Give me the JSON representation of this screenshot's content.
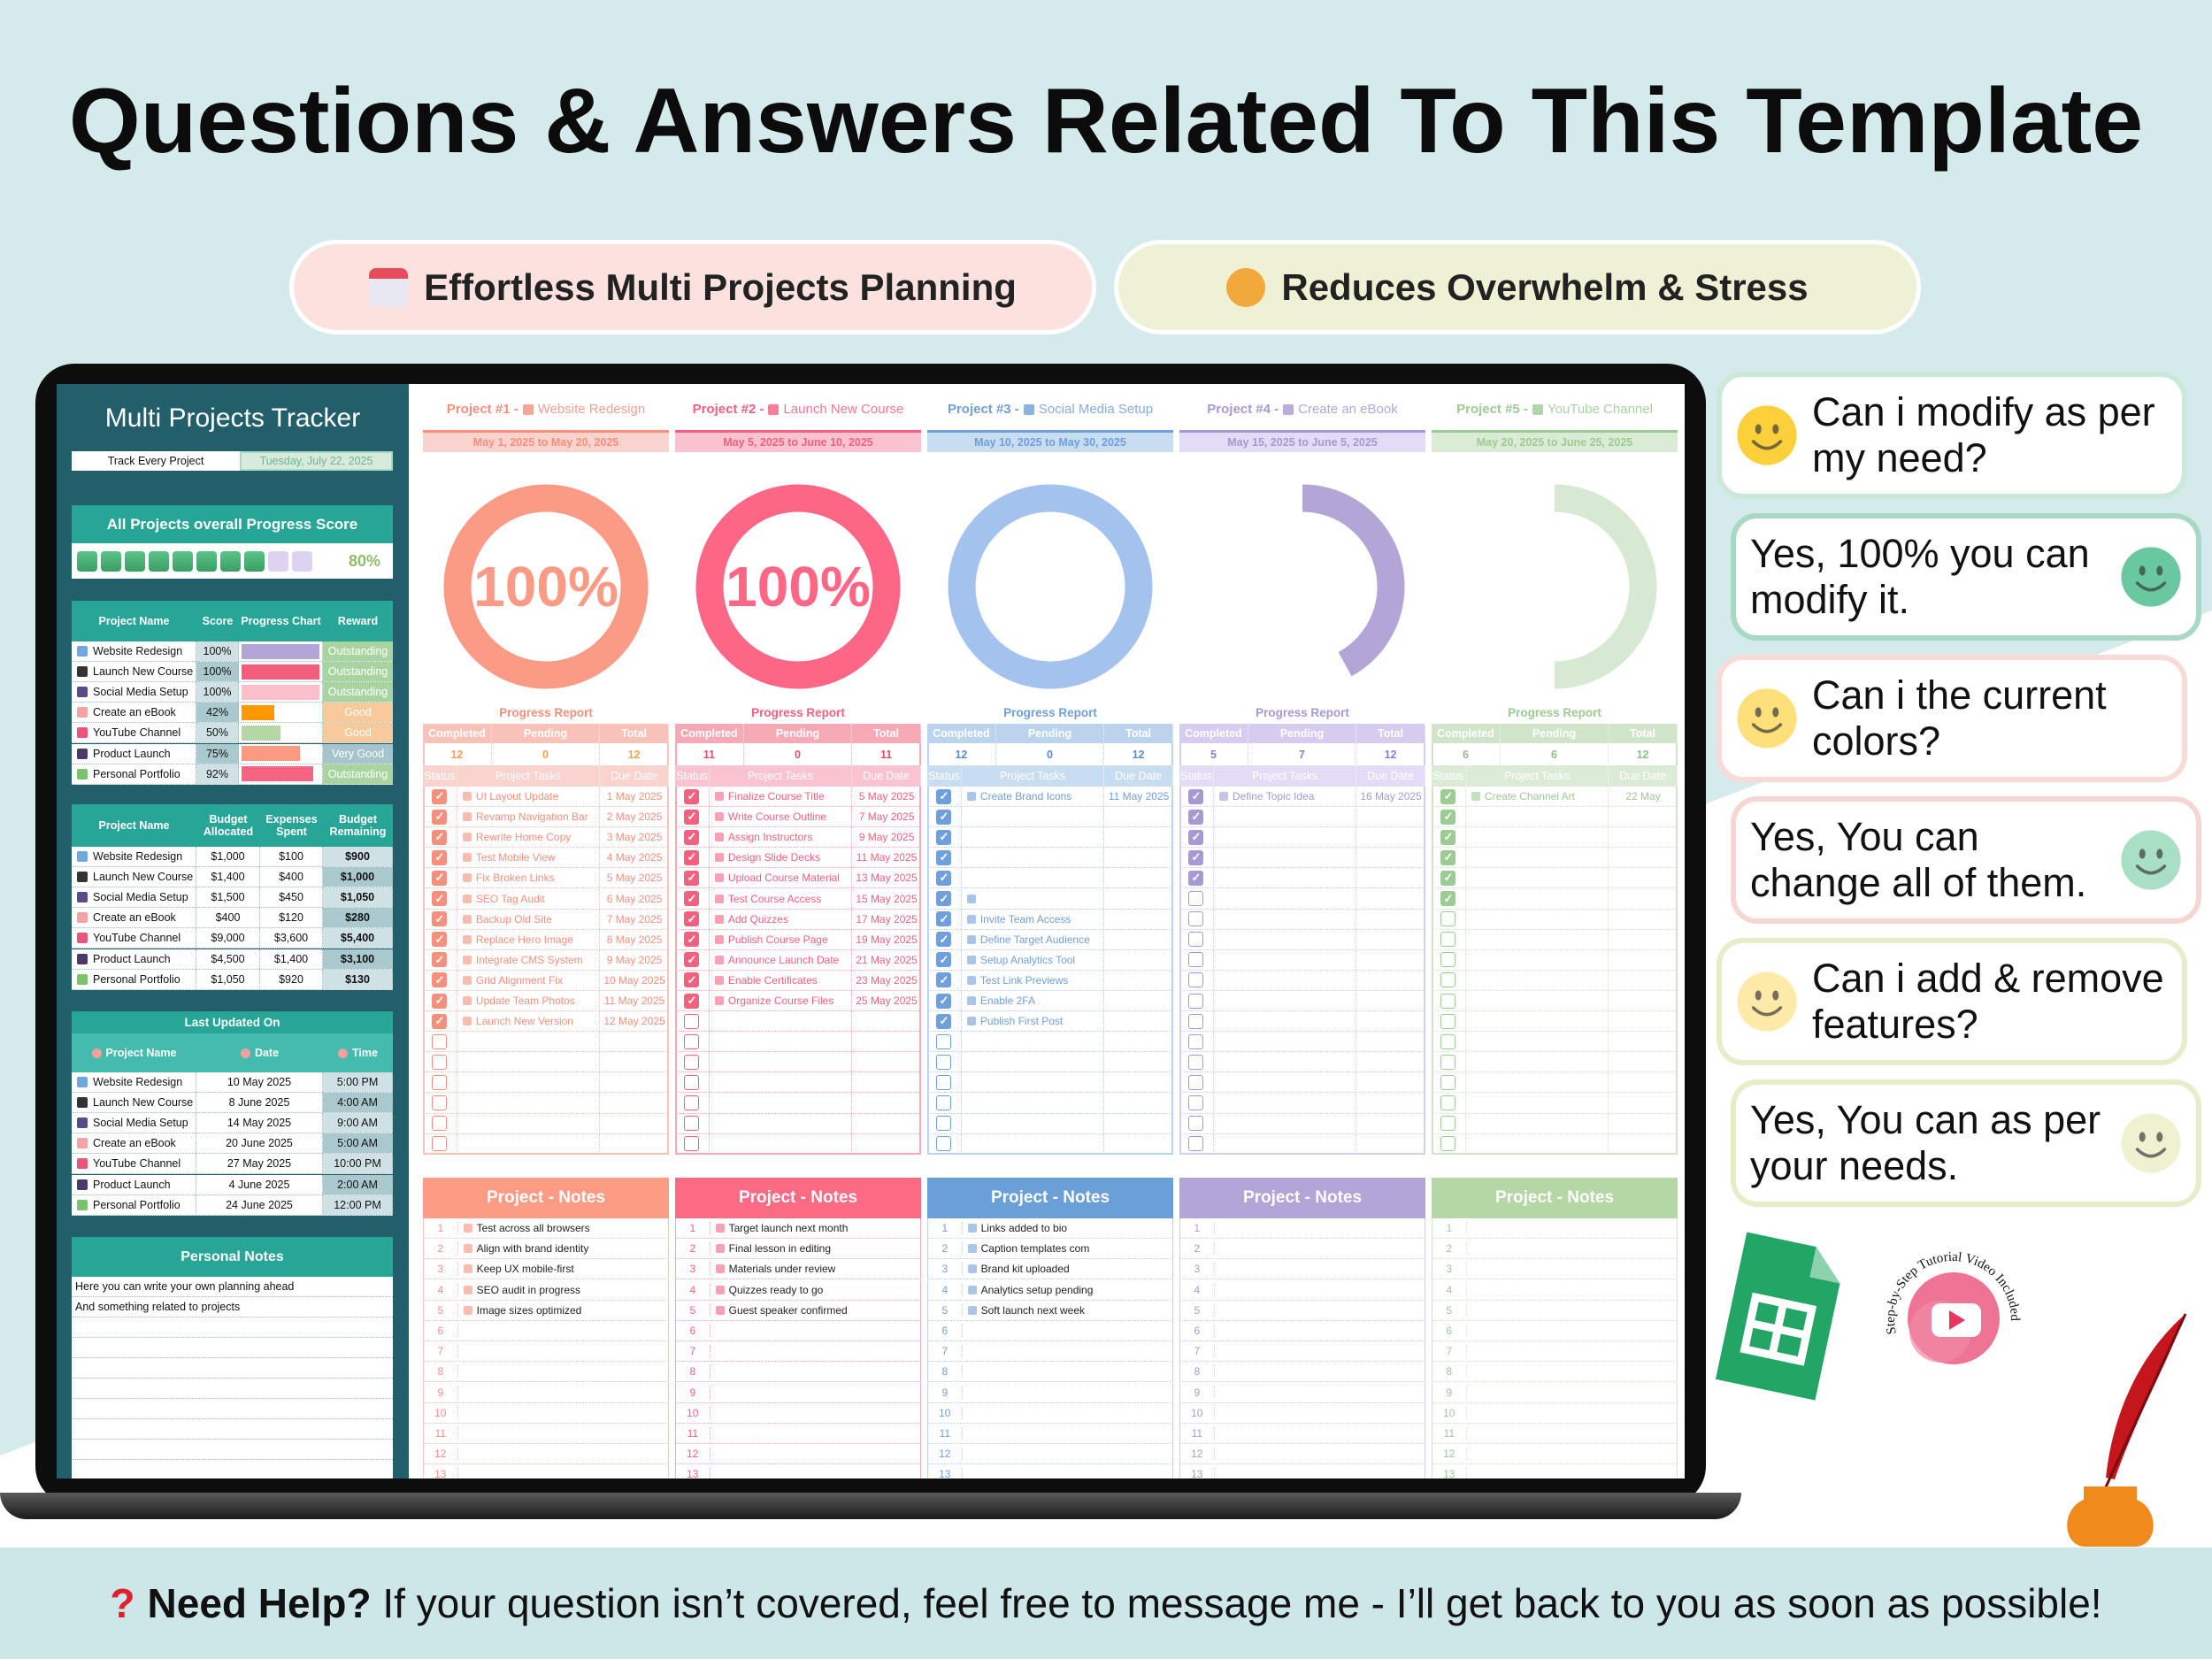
{
  "page": {
    "title": "Questions & Answers Related To This Template"
  },
  "features": [
    {
      "icon": "calendar-icon",
      "label": "Effortless Multi Projects Planning",
      "bg": "#fbe2df"
    },
    {
      "icon": "meditating-person-icon",
      "label": "Reduces Overwhelm & Stress",
      "bg": "#eef1d3"
    }
  ],
  "sidebar": {
    "title": "Multi Projects Tracker",
    "tagline": "Track Every Project",
    "date": "Tuesday, July 22, 2025",
    "score": {
      "heading": "All Projects overall Progress Score",
      "value": "80%",
      "progress": 0.8,
      "blocks_total": 10
    },
    "score_table": {
      "headers": [
        "Project Name",
        "Score",
        "Progress Chart",
        "Reward"
      ],
      "rows": [
        {
          "icon": "computer-icon",
          "icon_color": "#6fa8dc",
          "name": "Website Redesign",
          "score": "100%",
          "progress": 1.0,
          "bar_color": "#b3a5d6",
          "reward": "Outstanding",
          "reward_color": "#a8d4a0"
        },
        {
          "icon": "graduation-cap-icon",
          "icon_color": "#333333",
          "name": "Launch New Course",
          "score": "100%",
          "progress": 1.0,
          "bar_color": "#f45e7e",
          "reward": "Outstanding",
          "reward_color": "#a8d4a0"
        },
        {
          "icon": "mobile-app-icon",
          "icon_color": "#5a4a8a",
          "name": "Social Media Setup",
          "score": "100%",
          "progress": 1.0,
          "bar_color": "#fbbfcb",
          "reward": "Outstanding",
          "reward_color": "#a8d4a0"
        },
        {
          "icon": "palette-icon",
          "icon_color": "#f4a3a3",
          "name": "Create an eBook",
          "score": "42%",
          "progress": 0.42,
          "bar_color": "#ff9900",
          "reward": "Good",
          "reward_color": "#f8c99a"
        },
        {
          "icon": "rocket-icon",
          "icon_color": "#e8577b",
          "name": "YouTube Channel",
          "score": "50%",
          "progress": 0.5,
          "bar_color": "#b5d6a5",
          "reward": "Good",
          "reward_color": "#f8c99a"
        },
        {
          "icon": "movie-camera-icon",
          "icon_color": "#4a3a6a",
          "name": "Product Launch",
          "score": "75%",
          "progress": 0.75,
          "bar_color": "#f99b80",
          "reward": "Very Good",
          "reward_color": "#a5c4cc"
        },
        {
          "icon": "books-icon",
          "icon_color": "#7ac36a",
          "name": "Personal Portfolio",
          "score": "92%",
          "progress": 0.92,
          "bar_color": "#f56583",
          "reward": "Outstanding",
          "reward_color": "#a8d4a0"
        }
      ]
    },
    "budget_table": {
      "headers": [
        "Project Name",
        "Budget Allocated",
        "Expenses Spent",
        "Budget Remaining"
      ],
      "rows": [
        {
          "name": "Website Redesign",
          "allocated": "$1,000",
          "spent": "$100",
          "remaining": "$900"
        },
        {
          "name": "Launch New Course",
          "allocated": "$1,400",
          "spent": "$400",
          "remaining": "$1,000"
        },
        {
          "name": "Social Media Setup",
          "allocated": "$1,500",
          "spent": "$450",
          "remaining": "$1,050"
        },
        {
          "name": "Create an eBook",
          "allocated": "$400",
          "spent": "$120",
          "remaining": "$280"
        },
        {
          "name": "YouTube Channel",
          "allocated": "$9,000",
          "spent": "$3,600",
          "remaining": "$5,400"
        },
        {
          "name": "Product Launch",
          "allocated": "$4,500",
          "spent": "$1,400",
          "remaining": "$3,100"
        },
        {
          "name": "Personal Portfolio",
          "allocated": "$1,050",
          "spent": "$920",
          "remaining": "$130"
        }
      ]
    },
    "last_updated": {
      "title": "Last Updated On",
      "headers": [
        {
          "icon": "target-icon",
          "label": "Project Name"
        },
        {
          "icon": "clock-icon",
          "label": "Date"
        },
        {
          "icon": "alarm-clock-icon",
          "label": "Time"
        }
      ],
      "rows": [
        {
          "name": "Website Redesign",
          "date": "10 May 2025",
          "time": "5:00 PM"
        },
        {
          "name": "Launch New Course",
          "date": "8 June 2025",
          "time": "4:00 AM"
        },
        {
          "name": "Social Media Setup",
          "date": "14 May 2025",
          "time": "9:00 AM"
        },
        {
          "name": "Create an eBook",
          "date": "20 June 2025",
          "time": "5:00 AM"
        },
        {
          "name": "YouTube Channel",
          "date": "27 May 2025",
          "time": "10:00 PM"
        },
        {
          "name": "Product Launch",
          "date": "4 June 2025",
          "time": "2:00 AM"
        },
        {
          "name": "Personal Portfolio",
          "date": "24 June 2025",
          "time": "12:00 PM"
        }
      ]
    },
    "notes": {
      "title": "Personal Notes",
      "lines": [
        "Here you can write your own planning ahead",
        "And something related to projects",
        "",
        "",
        "",
        "",
        "",
        "",
        "",
        "",
        ""
      ]
    }
  },
  "labels": {
    "report_title": "Progress Report",
    "report_headers": [
      "Completed",
      "Pending",
      "Total"
    ],
    "task_headers": [
      "Status",
      "Project Tasks",
      "Due Date"
    ],
    "notes_title": "Project - Notes",
    "check_mark": "✓"
  },
  "projects": [
    {
      "num": "Project #1 -",
      "icon": "computer-icon",
      "name": "Website Redesign",
      "dates": "May 1, 2025 to May 20, 2025",
      "color": "#f4907c",
      "light": "#f9d3cd",
      "head": "#f9c2b8",
      "ring": "#fb9a85",
      "val": "#f0a05a",
      "notes_color": "#fd9c85",
      "progress": 1.0,
      "percent": "100%",
      "completed": "12",
      "pending": "0",
      "total": "12",
      "tasks": [
        {
          "done": true,
          "icon": "palette-icon",
          "task": "UI Layout Update",
          "due": "1 May 2025"
        },
        {
          "done": true,
          "icon": "brick-icon",
          "task": "Revamp Navigation Bar",
          "due": "2 May 2025"
        },
        {
          "done": true,
          "icon": "memo-icon",
          "task": "Rewrite Home Copy",
          "due": "3 May 2025"
        },
        {
          "done": true,
          "icon": "test-tube-icon",
          "task": "Test Mobile View",
          "due": "4 May 2025"
        },
        {
          "done": true,
          "icon": "compass-icon",
          "task": "Fix Broken Links",
          "due": "5 May 2025"
        },
        {
          "done": true,
          "icon": "magnifier-icon",
          "task": "SEO Tag Audit",
          "due": "6 May 2025"
        },
        {
          "done": true,
          "icon": "floppy-disk-icon",
          "task": "Backup Old Site",
          "due": "7 May 2025"
        },
        {
          "done": true,
          "icon": "picture-icon",
          "task": "Replace Hero Image",
          "due": "8 May 2025"
        },
        {
          "done": true,
          "icon": "gear-icon",
          "task": "Integrate CMS System",
          "due": "9 May 2025"
        },
        {
          "done": true,
          "icon": "triangle-ruler-icon",
          "task": "Grid Alignment Fix",
          "due": "10 May 2025"
        },
        {
          "done": true,
          "icon": "camera-icon",
          "task": "Update Team Photos",
          "due": "11 May 2025"
        },
        {
          "done": true,
          "icon": "rocket-icon",
          "task": "Launch New Version",
          "due": "12 May 2025"
        }
      ],
      "notes": [
        {
          "icon": "test-tube-icon",
          "text": "Test across all browsers"
        },
        {
          "icon": "target-icon",
          "text": "Align with brand identity"
        },
        {
          "icon": "tools-icon",
          "text": "Keep UX mobile-first"
        },
        {
          "icon": "phone-icon",
          "text": "SEO audit in progress"
        },
        {
          "icon": "camera-icon",
          "text": "Image sizes optimized"
        }
      ]
    },
    {
      "num": "Project #2 -",
      "icon": "graduation-cap-icon",
      "name": "Launch New Course",
      "dates": "May 5, 2025 to June 10, 2025",
      "color": "#f5607e",
      "light": "#f9c4d0",
      "head": "#f8a9b6",
      "ring": "#fd6785",
      "val": "#e8506c",
      "notes_color": "#fd6a84",
      "progress": 1.0,
      "percent": "100%",
      "completed": "11",
      "pending": "0",
      "total": "11",
      "tasks": [
        {
          "done": true,
          "icon": "books-icon",
          "task": "Finalize Course Title",
          "due": "5 May 2025"
        },
        {
          "done": true,
          "icon": "memo-icon",
          "task": "Write Course Outline",
          "due": "7 May 2025"
        },
        {
          "done": true,
          "icon": "people-icon",
          "task": "Assign Instructors",
          "due": "9 May 2025"
        },
        {
          "done": true,
          "icon": "palette-icon",
          "task": "Design Slide Decks",
          "due": "11 May 2025"
        },
        {
          "done": true,
          "icon": "tools-icon",
          "task": "Upload Course Material",
          "due": "13 May 2025"
        },
        {
          "done": true,
          "icon": "test-tube-icon",
          "task": "Test Course Access",
          "due": "15 May 2025"
        },
        {
          "done": true,
          "icon": "phone-icon",
          "task": "Add Quizzes",
          "due": "17 May 2025"
        },
        {
          "done": true,
          "icon": "inbox-tray-icon",
          "task": "Publish Course Page",
          "due": "19 May 2025"
        },
        {
          "done": true,
          "icon": "megaphone-icon",
          "task": "Announce Launch Date",
          "due": "21 May 2025"
        },
        {
          "done": true,
          "icon": "puzzle-icon",
          "task": "Enable Certificates",
          "due": "23 May 2025"
        },
        {
          "done": true,
          "icon": "folder-icon",
          "task": "Organize Course Files",
          "due": "25 May 2025"
        }
      ],
      "notes": [
        {
          "icon": "calendar-icon",
          "text": "Target launch next month"
        },
        {
          "icon": "movie-camera-icon",
          "text": "Final lesson in editing"
        },
        {
          "icon": "inbox-tray-icon",
          "text": "Materials under review"
        },
        {
          "icon": "books-icon",
          "text": "Quizzes ready to go"
        },
        {
          "icon": "people-icon",
          "text": "Guest speaker confirmed"
        }
      ]
    },
    {
      "num": "Project #3 -",
      "icon": "mobile-app-icon",
      "name": "Social Media Setup",
      "dates": "May 10, 2025 to May 30, 2025",
      "color": "#6f9fdc",
      "light": "#c8ddf0",
      "head": "#bcd3ee",
      "ring": "#a3c2ee",
      "val": "#5b8bc8",
      "notes_color": "#6b9fd8",
      "progress": 1.0,
      "percent": "",
      "completed": "12",
      "pending": "0",
      "total": "12",
      "tasks": [
        {
          "done": true,
          "icon": "camera-icon",
          "task": "Create Brand Icons",
          "due": "11 May 2025"
        },
        {
          "done": true,
          "icon": "",
          "task": "",
          "due": ""
        },
        {
          "done": true,
          "icon": "",
          "task": "",
          "due": ""
        },
        {
          "done": true,
          "icon": "",
          "task": "",
          "due": ""
        },
        {
          "done": true,
          "icon": "",
          "task": "",
          "due": ""
        },
        {
          "done": true,
          "icon": "calculator-icon",
          "task": "",
          "due": ""
        },
        {
          "done": true,
          "icon": "people-icon",
          "task": "Invite Team Access",
          "due": ""
        },
        {
          "done": true,
          "icon": "target-icon",
          "task": "Define Target Audience",
          "due": ""
        },
        {
          "done": true,
          "icon": "chart-icon",
          "task": "Setup Analytics Tool",
          "due": ""
        },
        {
          "done": true,
          "icon": "test-tube-icon",
          "task": "Test Link Previews",
          "due": ""
        },
        {
          "done": true,
          "icon": "lock-icon",
          "task": "Enable 2FA",
          "due": ""
        },
        {
          "done": true,
          "icon": "inbox-tray-icon",
          "task": "Publish First Post",
          "due": ""
        }
      ],
      "notes": [
        {
          "icon": "link-icon",
          "text": "Links added to bio"
        },
        {
          "icon": "memo-icon",
          "text": "Caption templates com"
        },
        {
          "icon": "puzzle-icon",
          "text": "Brand kit uploaded"
        },
        {
          "icon": "chart-icon",
          "text": "Analytics setup pending"
        },
        {
          "icon": "megaphone-icon",
          "text": "Soft launch next week"
        }
      ]
    },
    {
      "num": "Project #4 -",
      "icon": "palette-icon",
      "name": "Create an eBook",
      "dates": "May 15, 2025 to June 5, 2025",
      "color": "#a898d3",
      "light": "#e3dcf6",
      "head": "#d6ccef",
      "ring": "#b3a5d6",
      "val": "#8e7cc3",
      "notes_color": "#b3a5d6",
      "progress": 0.42,
      "percent": "",
      "completed": "5",
      "pending": "7",
      "total": "12",
      "tasks": [
        {
          "done": true,
          "icon": "pink-circle-icon",
          "task": "Define Topic Idea",
          "due": "16 May 2025"
        },
        {
          "done": true,
          "icon": "",
          "task": "",
          "due": ""
        },
        {
          "done": true,
          "icon": "",
          "task": "",
          "due": ""
        },
        {
          "done": true,
          "icon": "",
          "task": "",
          "due": ""
        },
        {
          "done": true,
          "icon": "",
          "task": "",
          "due": ""
        }
      ],
      "notes": []
    },
    {
      "num": "Project #5 -",
      "icon": "rocket-icon",
      "name": "YouTube Channel",
      "dates": "May 20, 2025 to June 25, 2025",
      "color": "#9ccb93",
      "light": "#dcebd6",
      "head": "#cfe4c8",
      "ring": "#d7e9d3",
      "val": "#8cc084",
      "notes_color": "#b5d6a5",
      "progress": 0.5,
      "percent": "",
      "completed": "6",
      "pending": "6",
      "total": "12",
      "tasks": [
        {
          "done": true,
          "icon": "clapper-board-icon",
          "task": "Create Channel Art",
          "due": "22 May"
        },
        {
          "done": true,
          "icon": "",
          "task": "",
          "due": ""
        },
        {
          "done": true,
          "icon": "",
          "task": "",
          "due": ""
        },
        {
          "done": true,
          "icon": "",
          "task": "",
          "due": ""
        },
        {
          "done": true,
          "icon": "",
          "task": "",
          "due": ""
        },
        {
          "done": true,
          "icon": "",
          "task": "",
          "due": ""
        }
      ],
      "notes": []
    }
  ],
  "faq": [
    {
      "q": "Can i modify as per my need?",
      "a": "Yes, 100% you can modify it.",
      "q_border": "#cbe8d8",
      "a_border": "#a9d9c4",
      "q_face": "#fbd03a",
      "a_face": "#6ac8a0"
    },
    {
      "q": "Can i the current colors?",
      "a": "Yes, You can change all of them.",
      "q_border": "#f8dad6",
      "a_border": "#f6d6d2",
      "q_face": "#fde07a",
      "a_face": "#a9dfc4"
    },
    {
      "q": "Can i add & remove features?",
      "a": "Yes, You can as per your needs.",
      "q_border": "#e6edc9",
      "a_border": "#e6edc9",
      "q_face": "#fde9a8",
      "a_face": "#eef2d0"
    }
  ],
  "badge": {
    "text": "Step-by-Step Tutorial Video Included",
    "icon": "youtube-play-icon"
  },
  "footer": {
    "icon": "red-question-mark-icon",
    "mark": "?",
    "strong": "Need Help?",
    "text": " If your question isn’t covered, feel free to message me - I’ll get back to you as soon as possible!"
  }
}
